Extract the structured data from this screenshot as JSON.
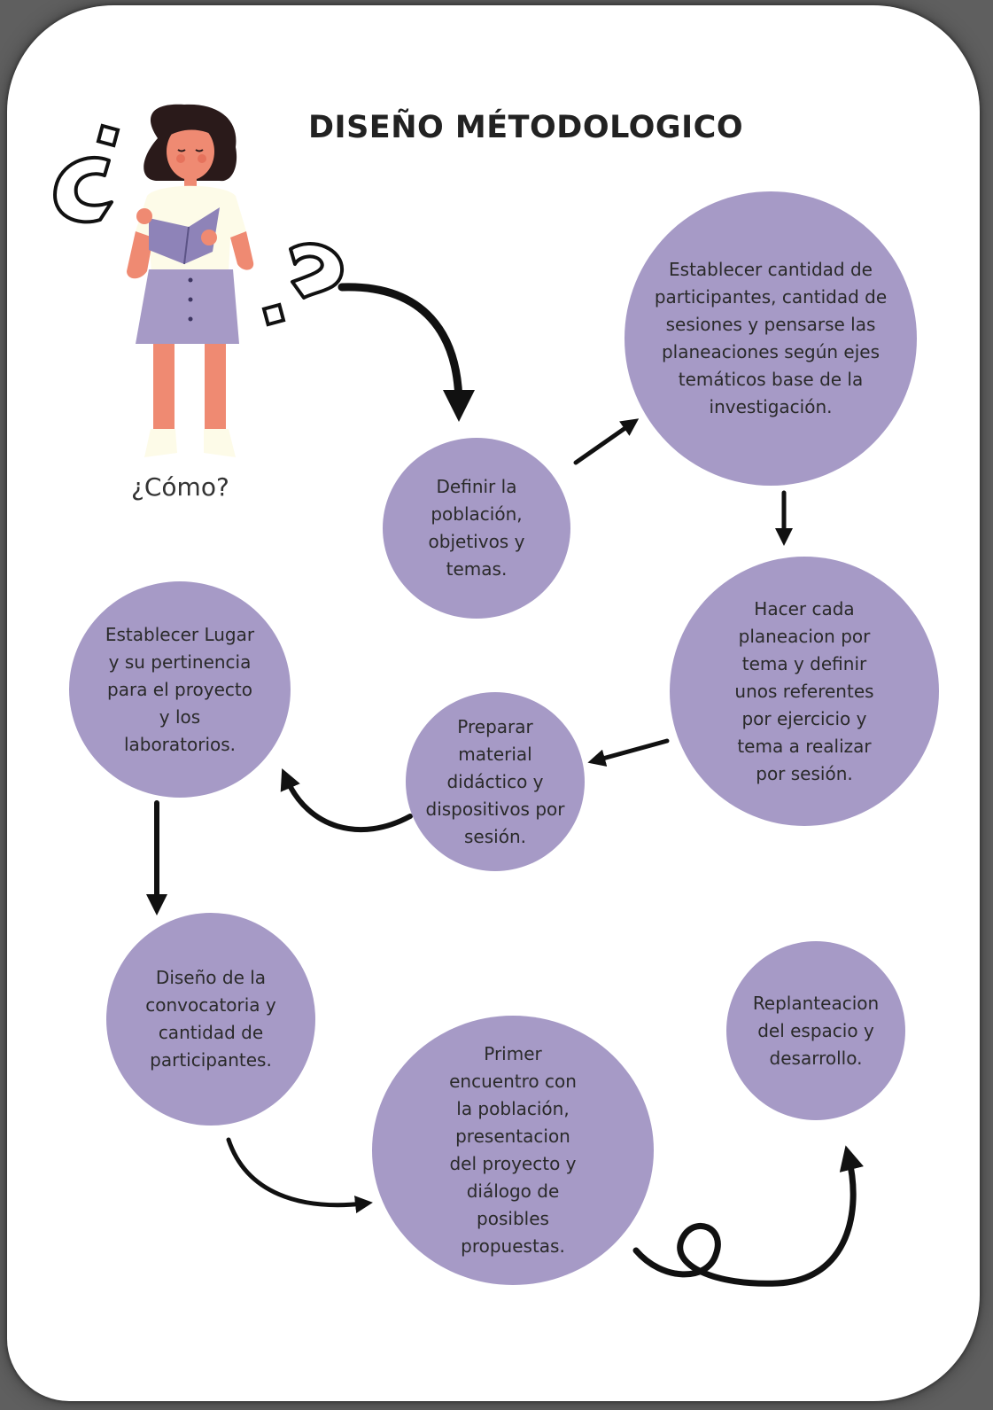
{
  "title": "DISEÑO MÉTODOLOGICO",
  "caption": "¿Cómo?",
  "colors": {
    "circle_fill": "#a69ac6",
    "arrow": "#111111",
    "background": "#ffffff"
  },
  "icons": [
    "girl-reading-illustration",
    "question-mark-icon"
  ],
  "nodes": [
    {
      "id": "definir",
      "text": "Definir la\npoblación,\nobjetivos  y\ntemas."
    },
    {
      "id": "establecer-cantidad",
      "text": "Establecer cantidad de\nparticipantes, cantidad de\nsesiones y pensarse las\nplaneaciones según ejes\ntemáticos base de la\ninvestigación."
    },
    {
      "id": "hacer-planeacion",
      "text": "Hacer cada\nplaneacion por\ntema y definir\nunos referentes\npor ejercicio y\ntema a realizar\npor sesión."
    },
    {
      "id": "preparar-material",
      "text": "Preparar\nmaterial\ndidáctico  y\ndispositivos por\nsesión."
    },
    {
      "id": "establecer-lugar",
      "text": "Establecer Lugar\ny  su pertinencia\npara el proyecto\ny los\nlaboratorios."
    },
    {
      "id": "diseno-convocatoria",
      "text": "Diseño de la\nconvocatoria y\ncantidad de\nparticipantes."
    },
    {
      "id": "primer-encuentro",
      "text": "Primer\nencuentro con\nla población,\npresentacion\ndel proyecto y\ndiálogo de\nposibles\npropuestas."
    },
    {
      "id": "replanteacion",
      "text": "Replanteacion\ndel espacio y\ndesarrollo."
    }
  ]
}
